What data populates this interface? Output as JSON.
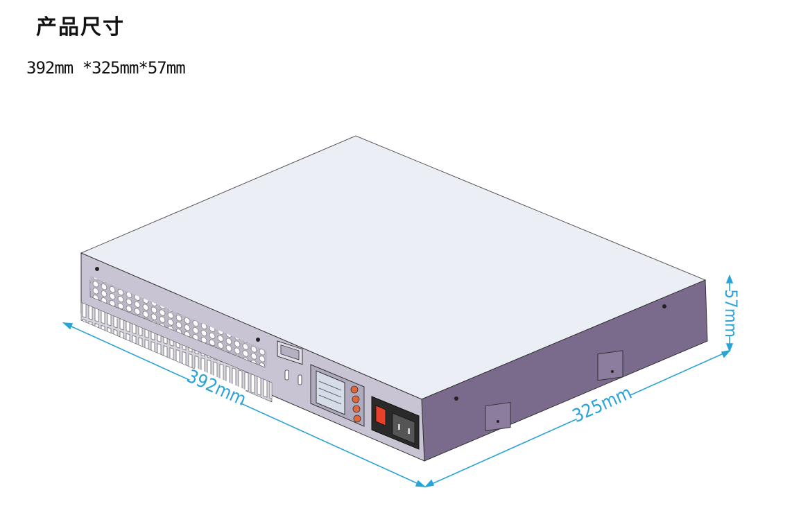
{
  "header": {
    "title": "产品尺寸",
    "dimensions_text": "392mm *325mm*57mm"
  },
  "dimensions": {
    "length_label": "392mm",
    "width_label": "325mm",
    "height_label": "57mm"
  },
  "colors": {
    "dimension_line": "#2aa3d6",
    "top_panel": "#eceef6",
    "side_panel": "#7a6a8c",
    "front_panel": "#c9c4d4",
    "power_switch": "#e8402a",
    "buttons": "#e0683a"
  },
  "icons": {
    "power_switch": "rocker-switch-icon",
    "lcd": "lcd-display-icon",
    "vga": "vga-port-icon"
  }
}
